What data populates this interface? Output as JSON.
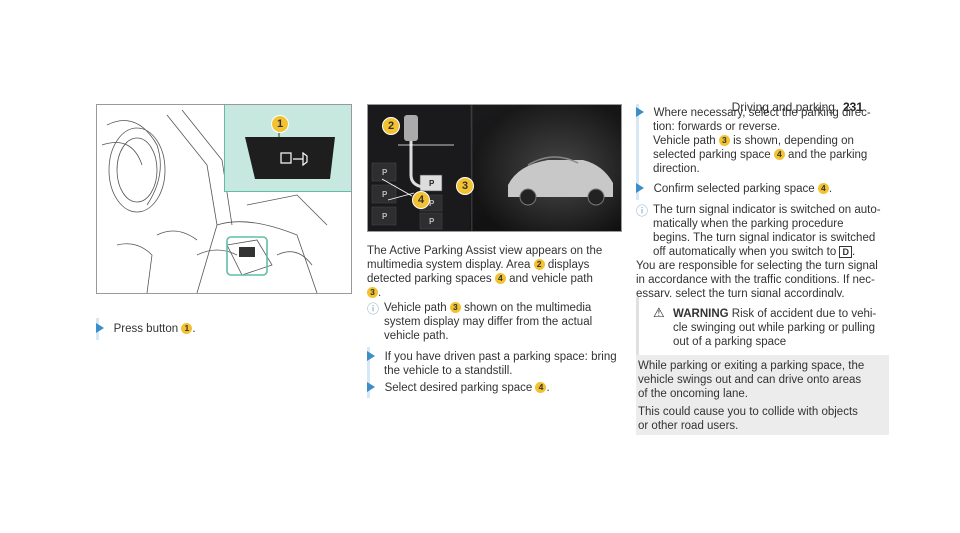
{
  "header": {
    "section": "Driving and parking",
    "page": "231"
  },
  "col1": {
    "step1": "Press button",
    "step1_suffix": "."
  },
  "col2": {
    "para1_a": "The Active Parking Assist view appears on the",
    "para1_b": "multimedia system display. Area",
    "para1_b2": "displays",
    "para1_c": "detected parking spaces",
    "para1_c2": "and vehicle path",
    "para1_d": ".",
    "note_a": "Vehicle path",
    "note_a2": "shown on the multimedia",
    "note_b": "system display may differ from the actual",
    "note_c": "vehicle path.",
    "step2_a": "If you have driven past a parking space: bring",
    "step2_b": "the vehicle to a standstill.",
    "step3": "Select desired parking space",
    "step3_suffix": "."
  },
  "col3": {
    "step4_a": "Where necessary, select the parking direc-",
    "step4_b": "tion: forwards or reverse.",
    "step4_c": "Vehicle path",
    "step4_c2": "is shown, depending on",
    "step4_d": "selected parking space",
    "step4_d2": "and the parking",
    "step4_e": "direction.",
    "step5": "Confirm selected parking space",
    "step5_suffix": ".",
    "note_a": "The turn signal indicator is switched on auto-",
    "note_b": "matically when the parking procedure",
    "note_c": "begins. The turn signal indicator is switched",
    "note_d": "off automatically when you switch to",
    "note_d_sym": "D",
    "note_d_suffix": ".",
    "para_a": "You are responsible for selecting the turn signal",
    "para_b": "in accordance with the traffic conditions. If nec-",
    "para_c": "essary, select the turn signal accordingly."
  },
  "warning": {
    "label": "WARNING",
    "title_a": "Risk of accident due to vehi-",
    "title_b": "cle swinging out while parking or pulling",
    "title_c": "out of a parking space",
    "body1_a": "While parking or exiting a parking space, the",
    "body1_b": "vehicle swings out and can drive onto areas",
    "body1_c": "of the oncoming lane.",
    "body2_a": "This could cause you to collide with objects",
    "body2_b": "or other road users."
  },
  "callouts": {
    "n1": "1",
    "n2": "2",
    "n3": "3",
    "n4": "4"
  },
  "colors": {
    "callout": "#f2c230",
    "arrow": "#3a8ec9",
    "inset": "#c7e8df"
  }
}
